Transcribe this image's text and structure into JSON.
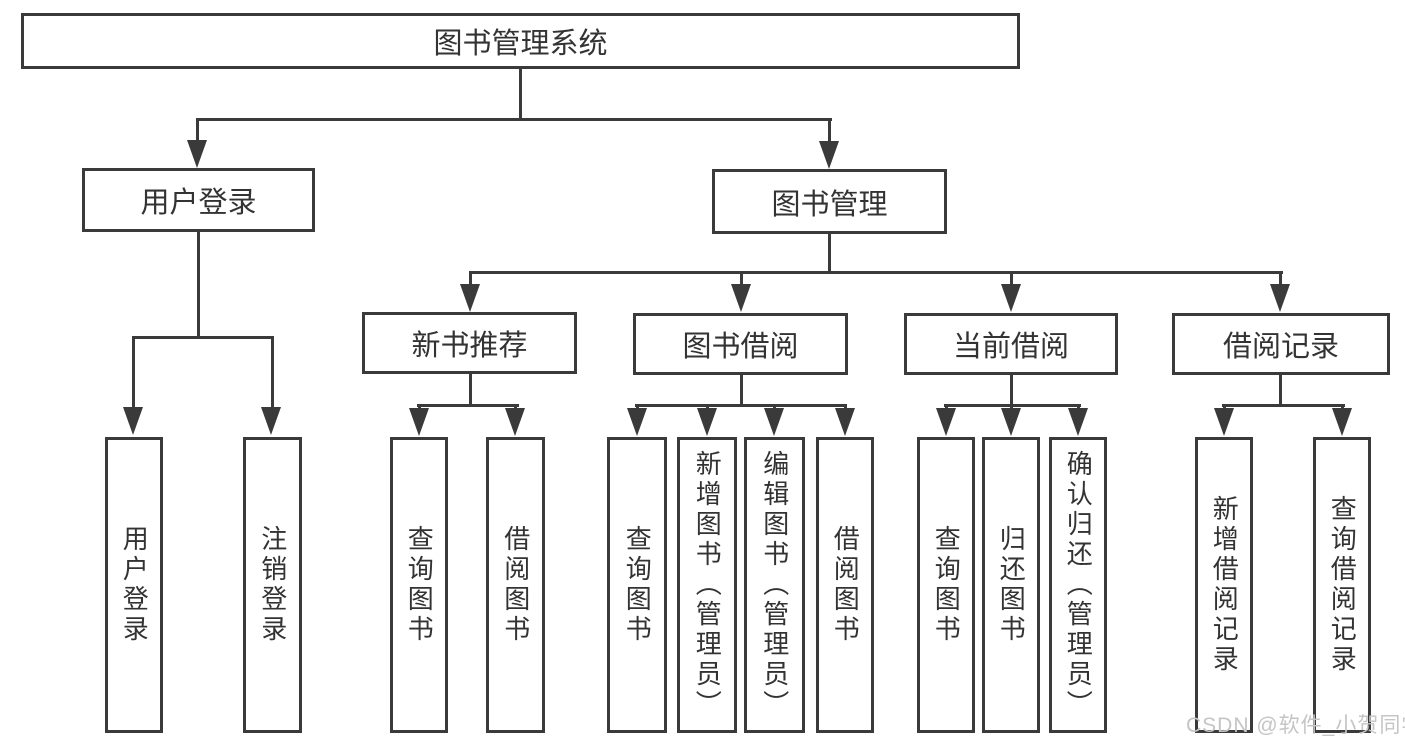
{
  "diagram": {
    "type": "tree",
    "title": "图书管理系统",
    "nodes": {
      "root": {
        "label": "图书管理系统"
      },
      "user_login": {
        "label": "用户登录"
      },
      "book_mgmt": {
        "label": "图书管理"
      },
      "new_book_rec": {
        "label": "新书推荐"
      },
      "book_borrow": {
        "label": "图书借阅"
      },
      "current_borrow": {
        "label": "当前借阅"
      },
      "borrow_record": {
        "label": "借阅记录"
      },
      "leaves": {
        "user_login": "用户登录",
        "logout": "注销登录",
        "query_book_rec": "查询图书",
        "borrow_book_rec": "借阅图书",
        "query_book_borrow": "查询图书",
        "add_book_admin": "新增图书（管理员）",
        "edit_book_admin": "编辑图书（管理员）",
        "borrow_book_borrow": "借阅图书",
        "query_book_current": "查询图书",
        "return_book": "归还图书",
        "confirm_return_admin": "确认归还（管理员）",
        "add_borrow_record": "新增借阅记录",
        "query_borrow_record": "查询借阅记录"
      }
    },
    "hierarchy": {
      "图书管理系统": {
        "用户登录": [
          "用户登录",
          "注销登录"
        ],
        "图书管理": {
          "新书推荐": [
            "查询图书",
            "借阅图书"
          ],
          "图书借阅": [
            "查询图书",
            "新增图书（管理员）",
            "编辑图书（管理员）",
            "借阅图书"
          ],
          "当前借阅": [
            "查询图书",
            "归还图书",
            "确认归还（管理员）"
          ],
          "借阅记录": [
            "新增借阅记录",
            "查询借阅记录"
          ]
        }
      }
    },
    "colors": {
      "line": "#3a3a3a",
      "text": "#333333",
      "box_background": "#ffffff",
      "watermark": "#c6c4c4"
    }
  },
  "watermark": {
    "text": "CSDN @软件_小贺同学"
  }
}
